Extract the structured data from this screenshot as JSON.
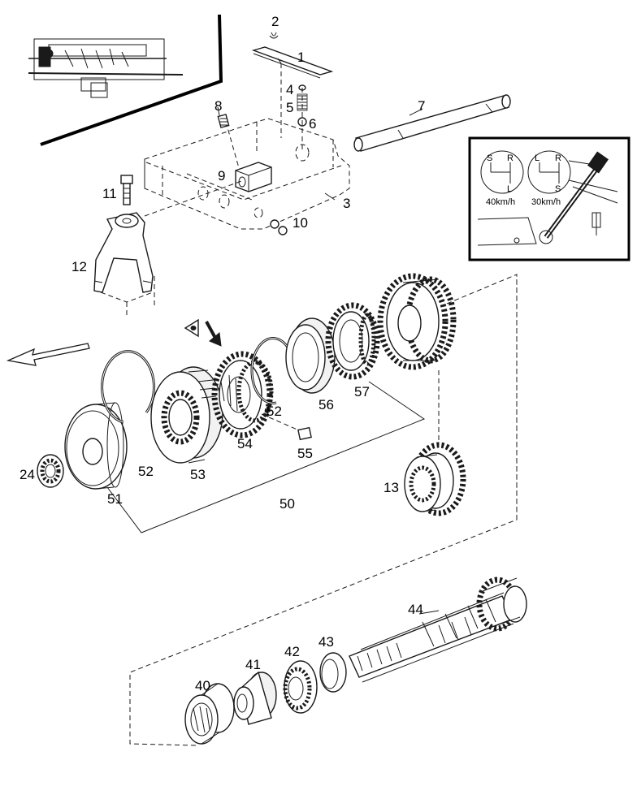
{
  "callouts": {
    "p1": "1",
    "p2": "2",
    "p3": "3",
    "p4": "4",
    "p5": "5",
    "p6": "6",
    "p7": "7",
    "p8": "8",
    "p9": "9",
    "p10": "10",
    "p11": "11",
    "p12": "12",
    "p13": "13",
    "p24": "24",
    "p40": "40",
    "p41": "41",
    "p42": "42",
    "p43": "43",
    "p44": "44",
    "p50": "50",
    "p51": "51",
    "p52a": "52",
    "p52b": "52",
    "p53": "53",
    "p54": "54",
    "p55": "55",
    "p56": "56",
    "p57": "57"
  },
  "shift_pattern": {
    "left": {
      "positions": [
        "S",
        "R",
        "L"
      ],
      "speed": "40km/h"
    },
    "right": {
      "positions": [
        "L",
        "R",
        "S"
      ],
      "speed": "30km/h"
    }
  },
  "colors": {
    "line": "#1a1a1a",
    "background": "#ffffff"
  }
}
